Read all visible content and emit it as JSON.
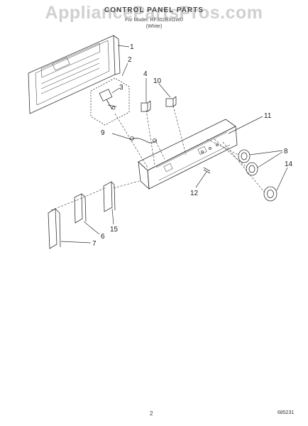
{
  "header": {
    "title": "CONTROL PANEL PARTS",
    "model_line": "For Model: RF302BXGW0",
    "color_line": "(White)"
  },
  "watermark": "AppliancePartsPros.com",
  "callouts": [
    "1",
    "2",
    "3",
    "4",
    "10",
    "11",
    "9",
    "8",
    "14",
    "12",
    "6",
    "15",
    "7"
  ],
  "footer": {
    "page_number": "2",
    "part_code": "685231"
  },
  "colors": {
    "line": "#333333",
    "watermark": "#9a9a9a"
  }
}
